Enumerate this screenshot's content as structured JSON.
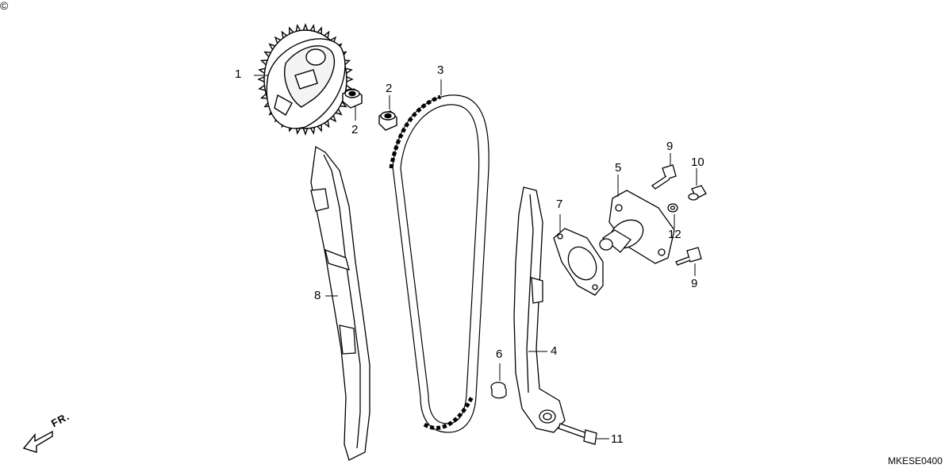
{
  "corner_mark": "©",
  "direction_label": "FR.",
  "diagram_code": "MKESE0400",
  "callouts": [
    "1",
    "2",
    "2",
    "3",
    "4",
    "5",
    "6",
    "7",
    "8",
    "9",
    "9",
    "10",
    "11",
    "12"
  ]
}
